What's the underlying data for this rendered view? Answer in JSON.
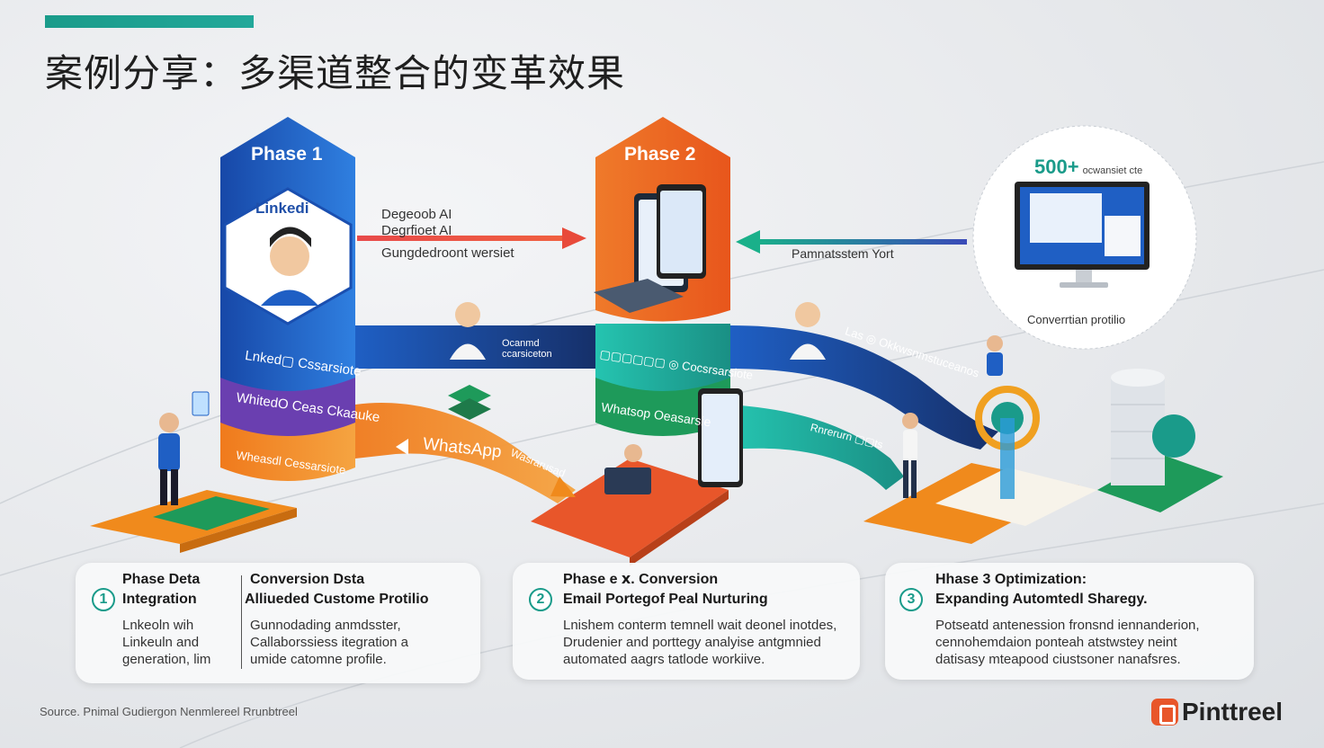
{
  "title": "案例分享：多渠道整合的变革效果",
  "phase1": {
    "label": "Phase 1",
    "logo": "Linkedi",
    "stack": [
      "Lnked▢ Cssarsiote",
      "WhitedO Ceas Ckaauke",
      "Wheasdl Cessarsiote"
    ]
  },
  "phase2": {
    "label": "Phase 2",
    "stack": [
      "▢▢▢▢▢▢ ◎ Cocsrsarsiote",
      "Whatsop Oeasarsie"
    ]
  },
  "arrows": {
    "left_labels": [
      "Degeoob AI",
      "Degrfioet AI",
      "Gungdedroont wersiet"
    ],
    "right_label": "Pamnatsstem Yort",
    "ribbon1": "Ocanmd ccarsiceton",
    "ribbon2": "Las ◎ Okkwsnmstuceanos",
    "whatsapp": "WhatsApp",
    "whatsapp_tail": "Wasrarusad",
    "teal": "Rnrerurn ▢▢ts"
  },
  "monitor": {
    "stat": "500+",
    "stat_note": "ocwansiet cte",
    "caption": "Converrtian protilio"
  },
  "cards": [
    {
      "num": "1",
      "col1_head": [
        "Phase Deta",
        "Integration"
      ],
      "col1_body": [
        "Lnkeoln wih",
        "Linkeuln and",
        "generation, lim"
      ],
      "col2_head": [
        "Conversion Dsta",
        "Alliueded Custome Protilio"
      ],
      "col2_body": [
        "Gunnodading anmdsster,",
        "Callaborssiess itegration a",
        "umide catomne profile."
      ]
    },
    {
      "num": "2",
      "head": [
        "Phase e ⅹ. Conversion",
        "Email Portegof Peal Nurturing"
      ],
      "body": [
        "Lnishem conterm temnell wait deonel inotdes,",
        "Drudenier and porttegy analyise antgmnied",
        "automated aagrs tatlode workiive."
      ]
    },
    {
      "num": "3",
      "head": [
        "Hhase 3 Optimization:",
        "Expanding Automtedl Sharegy."
      ],
      "body": [
        "Potseatd antenession fronsnd iennanderion,",
        "cennohemdaion ponteah atstwstey neint",
        "datisasy mteapood ciustsoner nanafsres."
      ]
    }
  ],
  "source": "Source. Pnimal Gudiergon Nenmlereel Rrunbtreel",
  "brand": "Pinttreel",
  "colors": {
    "teal": "#1a9b8a",
    "blue": "#1f5fc4",
    "orange": "#f08a1c",
    "purple": "#6a3fb0",
    "green": "#1e9a5a",
    "red": "#e84a2f"
  }
}
